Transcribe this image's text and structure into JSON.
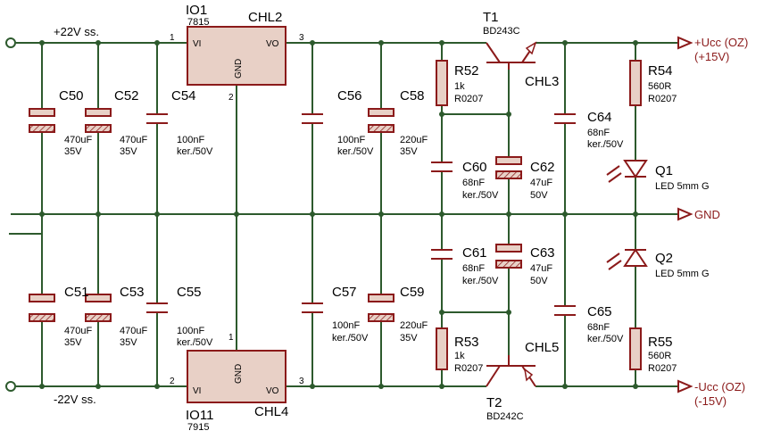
{
  "nets": {
    "vin_pos": "+22V ss.",
    "vin_neg": "-22V ss.",
    "out_pos_1": "+Ucc (OZ)",
    "out_pos_2": "(+15V)",
    "gnd": "GND",
    "out_neg_1": "-Ucc (OZ)",
    "out_neg_2": "(-15V)"
  },
  "ics": {
    "io1": {
      "ref": "IO1",
      "part": "7815",
      "pin_vi": "VI",
      "pin_vo": "VO",
      "pin_gnd": "GND",
      "n1": "1",
      "n2": "2",
      "n3": "3",
      "heatsink": "CHL2"
    },
    "io11": {
      "ref": "IO11",
      "part": "7915",
      "pin_vi": "VI",
      "pin_vo": "VO",
      "pin_gnd": "GND",
      "n1": "1",
      "n2": "2",
      "n3": "3",
      "heatsink": "CHL4"
    }
  },
  "caps": {
    "c50": {
      "ref": "C50",
      "v1": "470uF",
      "v2": "35V"
    },
    "c52": {
      "ref": "C52",
      "v1": "470uF",
      "v2": "35V"
    },
    "c54": {
      "ref": "C54",
      "v1": "100nF",
      "v2": "ker./50V"
    },
    "c56": {
      "ref": "C56",
      "v1": "100nF",
      "v2": "ker./50V"
    },
    "c58": {
      "ref": "C58",
      "v1": "220uF",
      "v2": "35V"
    },
    "c60": {
      "ref": "C60",
      "v1": "68nF",
      "v2": "ker./50V"
    },
    "c62": {
      "ref": "C62",
      "v1": "47uF",
      "v2": "50V"
    },
    "c64": {
      "ref": "C64",
      "v1": "68nF",
      "v2": "ker./50V"
    },
    "c51": {
      "ref": "C51",
      "v1": "470uF",
      "v2": "35V"
    },
    "c53": {
      "ref": "C53",
      "v1": "470uF",
      "v2": "35V"
    },
    "c55": {
      "ref": "C55",
      "v1": "100nF",
      "v2": "ker./50V"
    },
    "c57": {
      "ref": "C57",
      "v1": "100nF",
      "v2": "ker./50V"
    },
    "c59": {
      "ref": "C59",
      "v1": "220uF",
      "v2": "35V"
    },
    "c61": {
      "ref": "C61",
      "v1": "68nF",
      "v2": "ker./50V"
    },
    "c63": {
      "ref": "C63",
      "v1": "47uF",
      "v2": "50V"
    },
    "c65": {
      "ref": "C65",
      "v1": "68nF",
      "v2": "ker./50V"
    }
  },
  "resistors": {
    "r52": {
      "ref": "R52",
      "v1": "1k",
      "v2": "R0207"
    },
    "r53": {
      "ref": "R53",
      "v1": "1k",
      "v2": "R0207"
    },
    "r54": {
      "ref": "R54",
      "v1": "560R",
      "v2": "R0207"
    },
    "r55": {
      "ref": "R55",
      "v1": "560R",
      "v2": "R0207"
    }
  },
  "transistors": {
    "t1": {
      "ref": "T1",
      "part": "BD243C",
      "heatsink": "CHL3"
    },
    "t2": {
      "ref": "T2",
      "part": "BD242C",
      "heatsink": "CHL5"
    }
  },
  "leds": {
    "q1": {
      "ref": "Q1",
      "part": "LED 5mm G"
    },
    "q2": {
      "ref": "Q2",
      "part": "LED 5mm G"
    }
  }
}
